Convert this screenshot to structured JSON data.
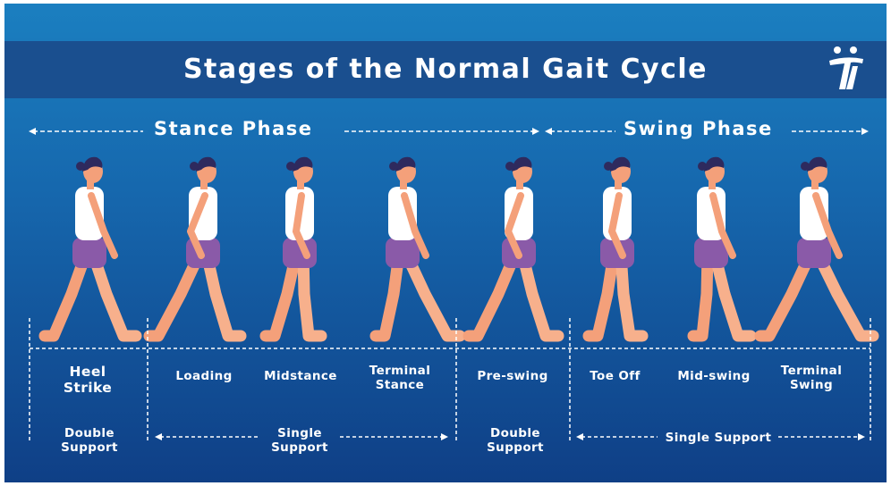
{
  "title": "Stages of the Normal Gait Cycle",
  "logo": "ii",
  "phases": {
    "stance": "Stance Phase",
    "swing": "Swing Phase"
  },
  "stages": [
    {
      "name": "Heel Strike",
      "support": "Double Support"
    },
    {
      "name": "Loading"
    },
    {
      "name": "Midstance"
    },
    {
      "name": "Terminal Stance"
    },
    {
      "name": "Pre-swing",
      "support": "Double Support"
    },
    {
      "name": "Toe Off"
    },
    {
      "name": "Mid-swing"
    },
    {
      "name": "Terminal Swing"
    }
  ],
  "support_groups": {
    "single_1": "Single Support",
    "single_2": "Single Support"
  },
  "colors": {
    "background_top": "#1b7fc0",
    "background_bottom": "#0f3f86",
    "title_bar": "#1a4f8f",
    "skin": "#f4a07a",
    "shorts": "#8a5aa8",
    "shirt": "#ffffff",
    "hair": "#2e2a5e"
  }
}
